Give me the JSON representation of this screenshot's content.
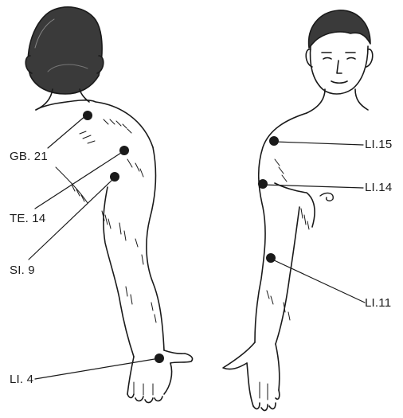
{
  "points": {
    "gb21": "GB. 21",
    "te14": "TE. 14",
    "si9": "SI. 9",
    "li4": "LI. 4",
    "li15": "LI.15",
    "li14": "LI.14",
    "li11": "LI.11"
  },
  "colors": {
    "ink": "#1a1a1a",
    "background": "#ffffff"
  }
}
